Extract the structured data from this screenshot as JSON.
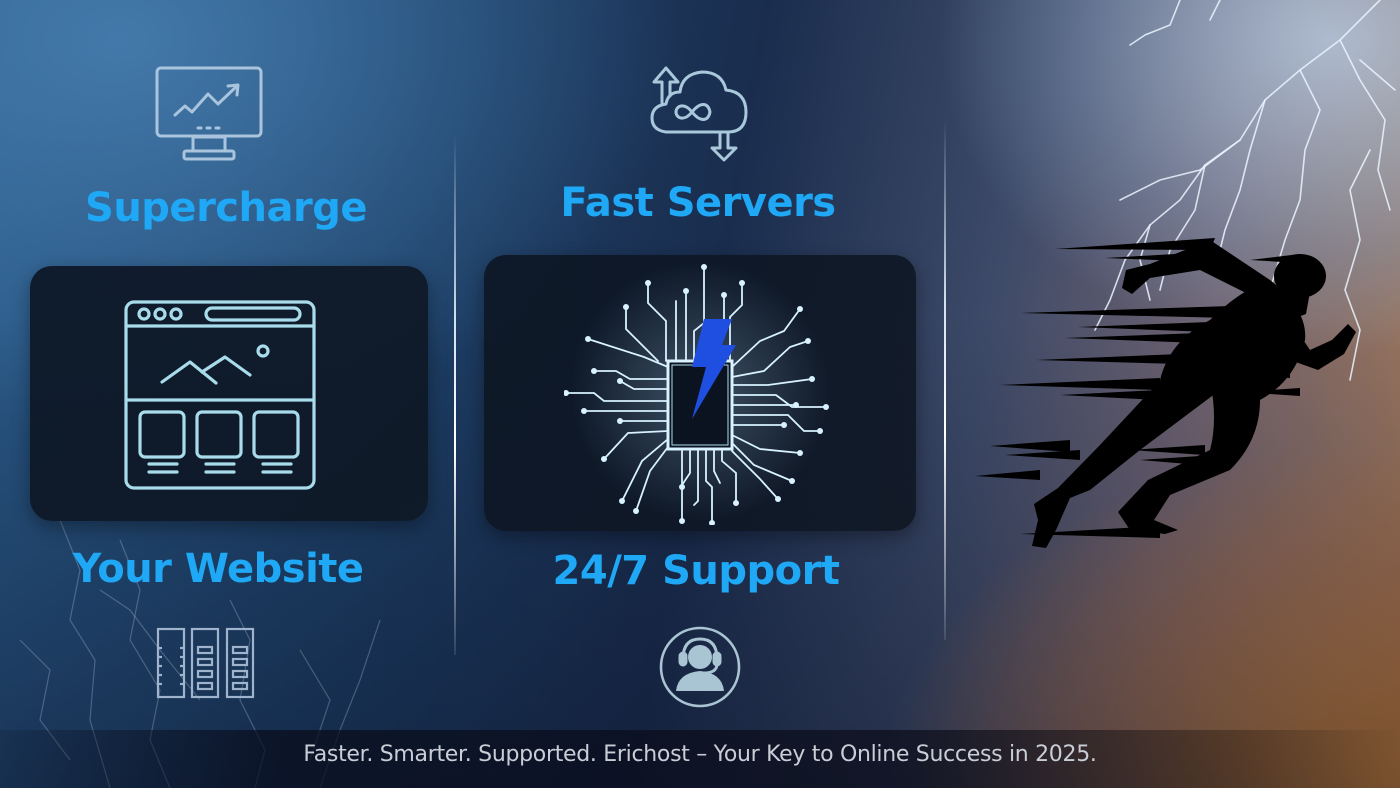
{
  "left_column": {
    "top_icon": "monitor-chart-icon",
    "headline_top": "Supercharge",
    "panel_icon": "website-layout-icon",
    "headline_bottom": "Your Website",
    "bottom_icon": "server-racks-icon"
  },
  "center_column": {
    "top_icon": "cloud-infinity-sync-icon",
    "headline_top": "Fast Servers",
    "panel_icon": "circuit-chip-lightning-icon",
    "headline_bottom": "24/7 Support",
    "bottom_icon": "support-agent-headset-icon"
  },
  "right_column": {
    "image": "sprinting-runner-silhouette"
  },
  "footer": {
    "tagline": "Faster. Smarter. Supported. Erichost – Your Key to Online Success in 2025."
  },
  "colors": {
    "headline": "#1fa8f5",
    "icon_stroke": "#a9d6e5",
    "bolt_accent": "#1f4fe0",
    "footer_text": "#c9cdd6"
  }
}
